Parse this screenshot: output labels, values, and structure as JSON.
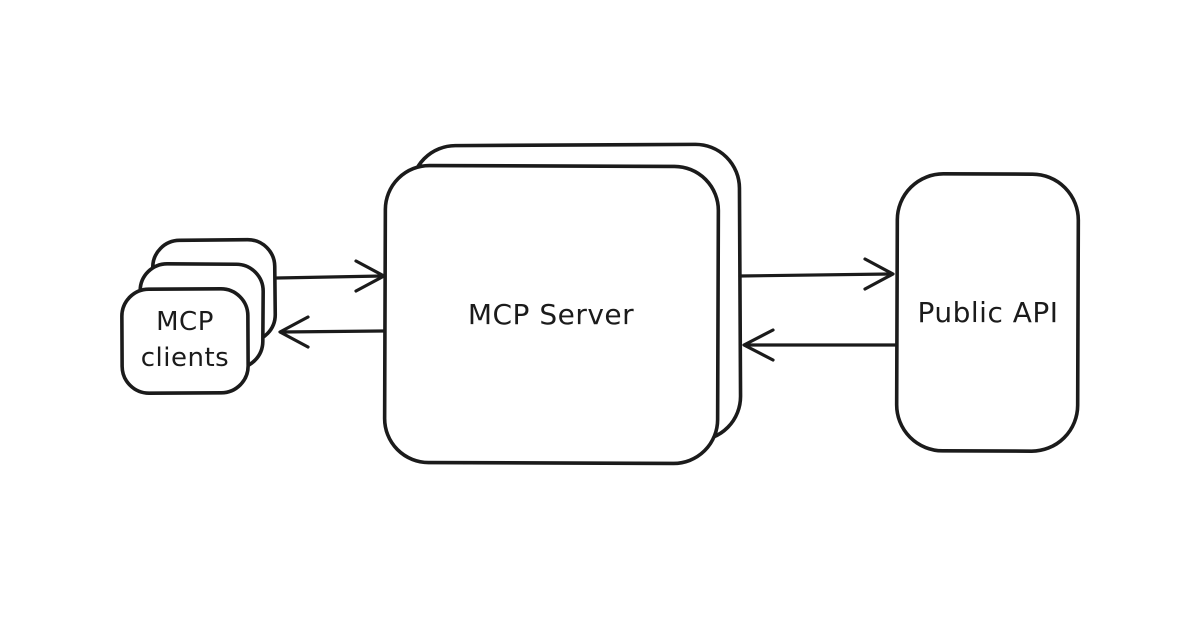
{
  "meta": {
    "type": "architecture-diagram",
    "style": "hand-drawn-sketch",
    "background_color": "#ffffff",
    "stroke_color": "#1b1b1b",
    "text_color": "#1b1b1b"
  },
  "nodes": {
    "clients": {
      "label_line1": "MCP",
      "label_line2": "clients",
      "stacked_cards": 3
    },
    "server": {
      "label": "MCP Server",
      "stacked_cards": 2
    },
    "api": {
      "label": "Public API",
      "stacked_cards": 1
    }
  },
  "edges": [
    {
      "from": "clients",
      "to": "server",
      "direction": "right",
      "arrowhead": "open"
    },
    {
      "from": "server",
      "to": "clients",
      "direction": "left",
      "arrowhead": "open"
    },
    {
      "from": "server",
      "to": "api",
      "direction": "right",
      "arrowhead": "open"
    },
    {
      "from": "api",
      "to": "server",
      "direction": "left",
      "arrowhead": "open"
    }
  ]
}
